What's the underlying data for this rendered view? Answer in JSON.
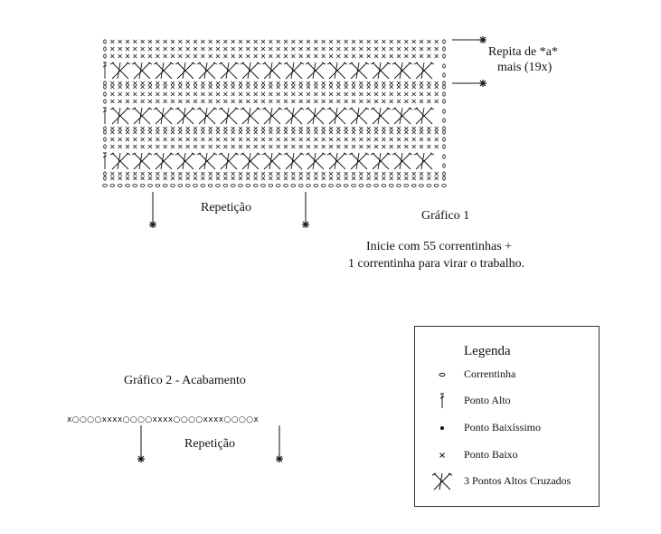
{
  "chart1": {
    "title": "Gráfico 1",
    "repeat_note_line1": "Repita de *a*",
    "repeat_note_line2": "mais (19x)",
    "repeat_label": "Repetição",
    "instructions_line1": "Inicie com 55 correntinhas +",
    "instructions_line2": "1 correntinha para virar o trabalho."
  },
  "chart2": {
    "title": "Gráfico 2 - Acabamento",
    "repeat_label": "Repetição",
    "stitch_sequence": "x○○○○xxxx○○○○xxxx○○○○xxxx○○○○x"
  },
  "legend": {
    "title": "Legenda",
    "items": [
      {
        "icon": "chain-stitch-icon",
        "label": "Correntinha"
      },
      {
        "icon": "double-crochet-icon",
        "label": "Ponto Alto"
      },
      {
        "icon": "slip-stitch-icon",
        "label": "Ponto Baixíssimo"
      },
      {
        "icon": "single-crochet-icon",
        "label": "Ponto Baixo"
      },
      {
        "icon": "crossed-double-crochet-icon",
        "label": "3 Pontos Altos Cruzados"
      }
    ]
  }
}
